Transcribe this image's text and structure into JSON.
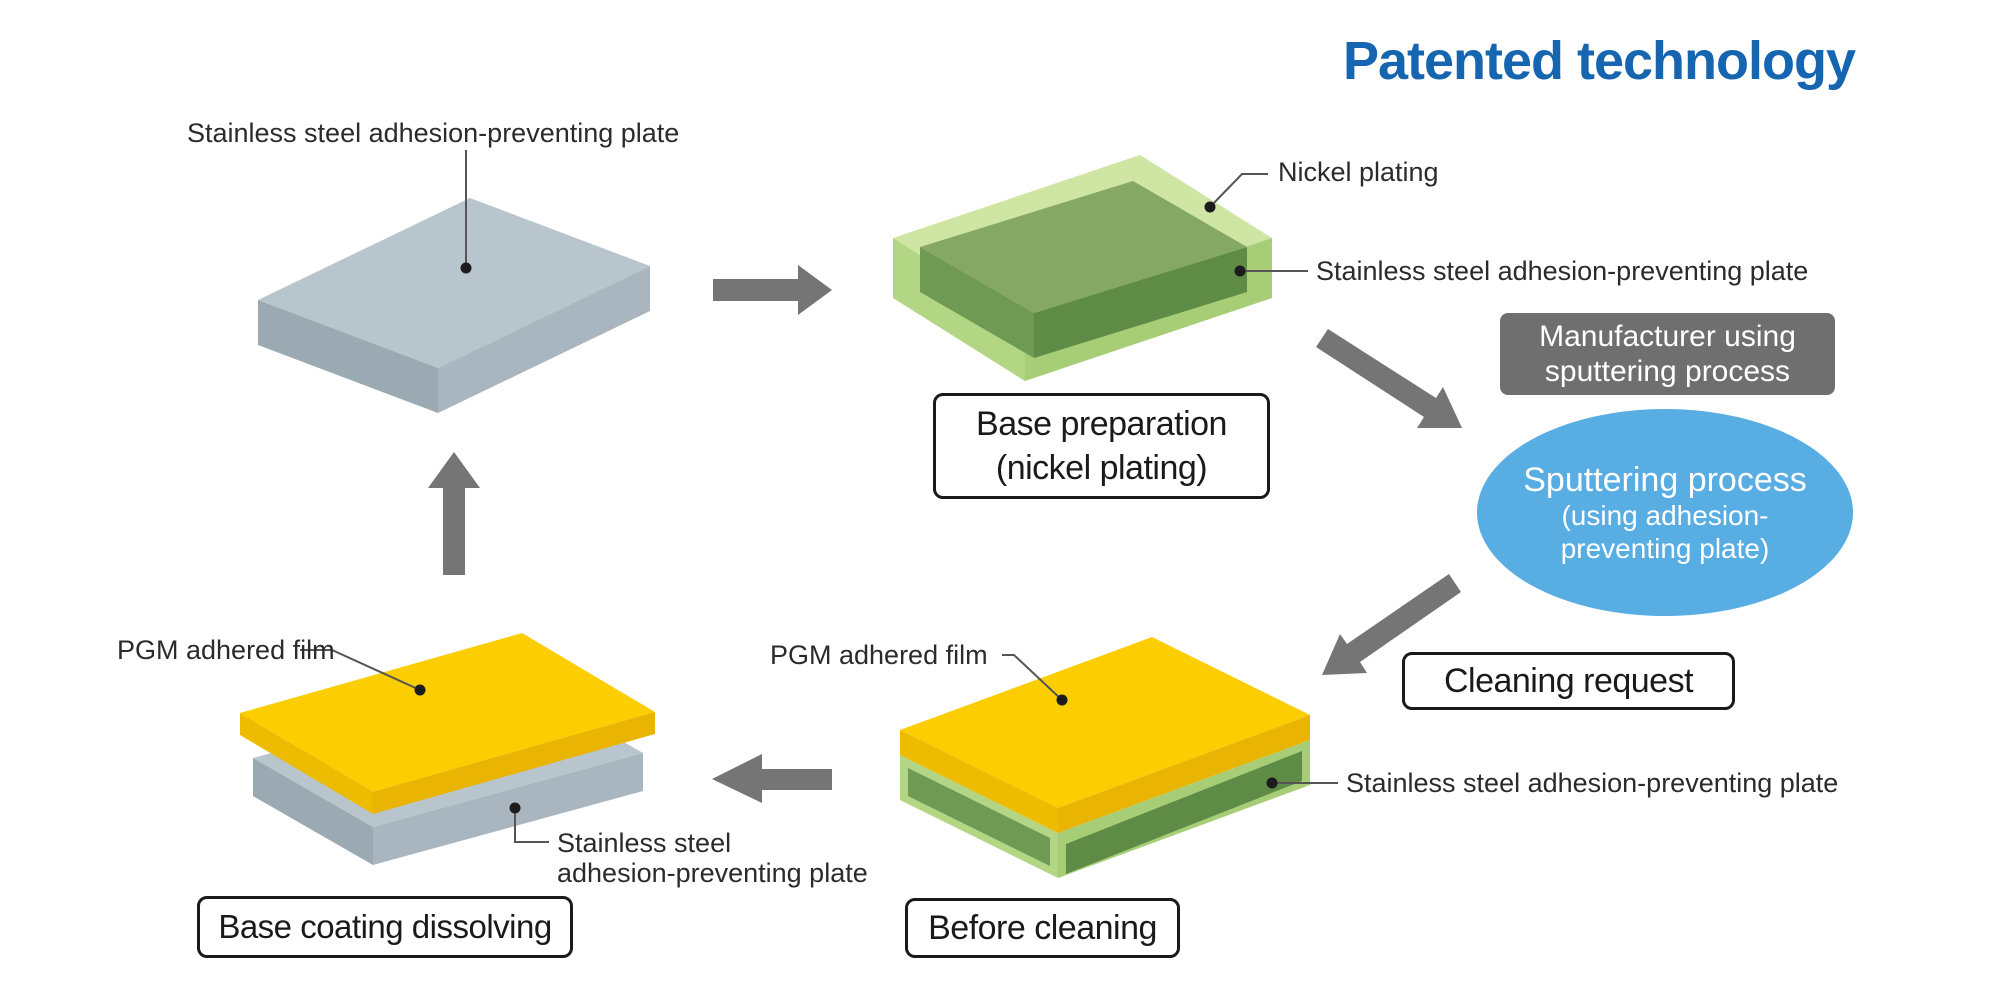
{
  "title": "Patented technology",
  "colors": {
    "title_blue": "#1565b0",
    "arrow_gray": "#757575",
    "steel_plate_top": "#b9c5cd",
    "nickel_shell_green": "#cfe5a3",
    "plated_inner_green": "#5e8c46",
    "pgm_yellow": "#fccd00",
    "sputtering_blue": "#58ade2",
    "manufacturer_gray": "#6f6f6f"
  },
  "stage_plate": {
    "label_plate": "Stainless steel adhesion-preventing plate"
  },
  "stage_base_preparation": {
    "label_nickel": "Nickel plating",
    "label_plate": "Stainless steel adhesion-preventing plate",
    "caption_line1": "Base preparation",
    "caption_line2": "(nickel plating)"
  },
  "manufacturer_badge": {
    "line1": "Manufacturer using",
    "line2": "sputtering process"
  },
  "sputtering_ellipse": {
    "line1": "Sputtering process",
    "line2": "(using adhesion-",
    "line3": "preventing plate)"
  },
  "cleaning_request": {
    "caption": "Cleaning request"
  },
  "stage_before_cleaning": {
    "label_pgm": "PGM adhered film",
    "label_plate": "Stainless steel adhesion-preventing plate",
    "caption": "Before cleaning"
  },
  "stage_base_coating_dissolving": {
    "label_pgm": "PGM adhered film",
    "label_plate_line1": "Stainless steel",
    "label_plate_line2": "adhesion-preventing plate",
    "caption": "Base coating dissolving"
  }
}
